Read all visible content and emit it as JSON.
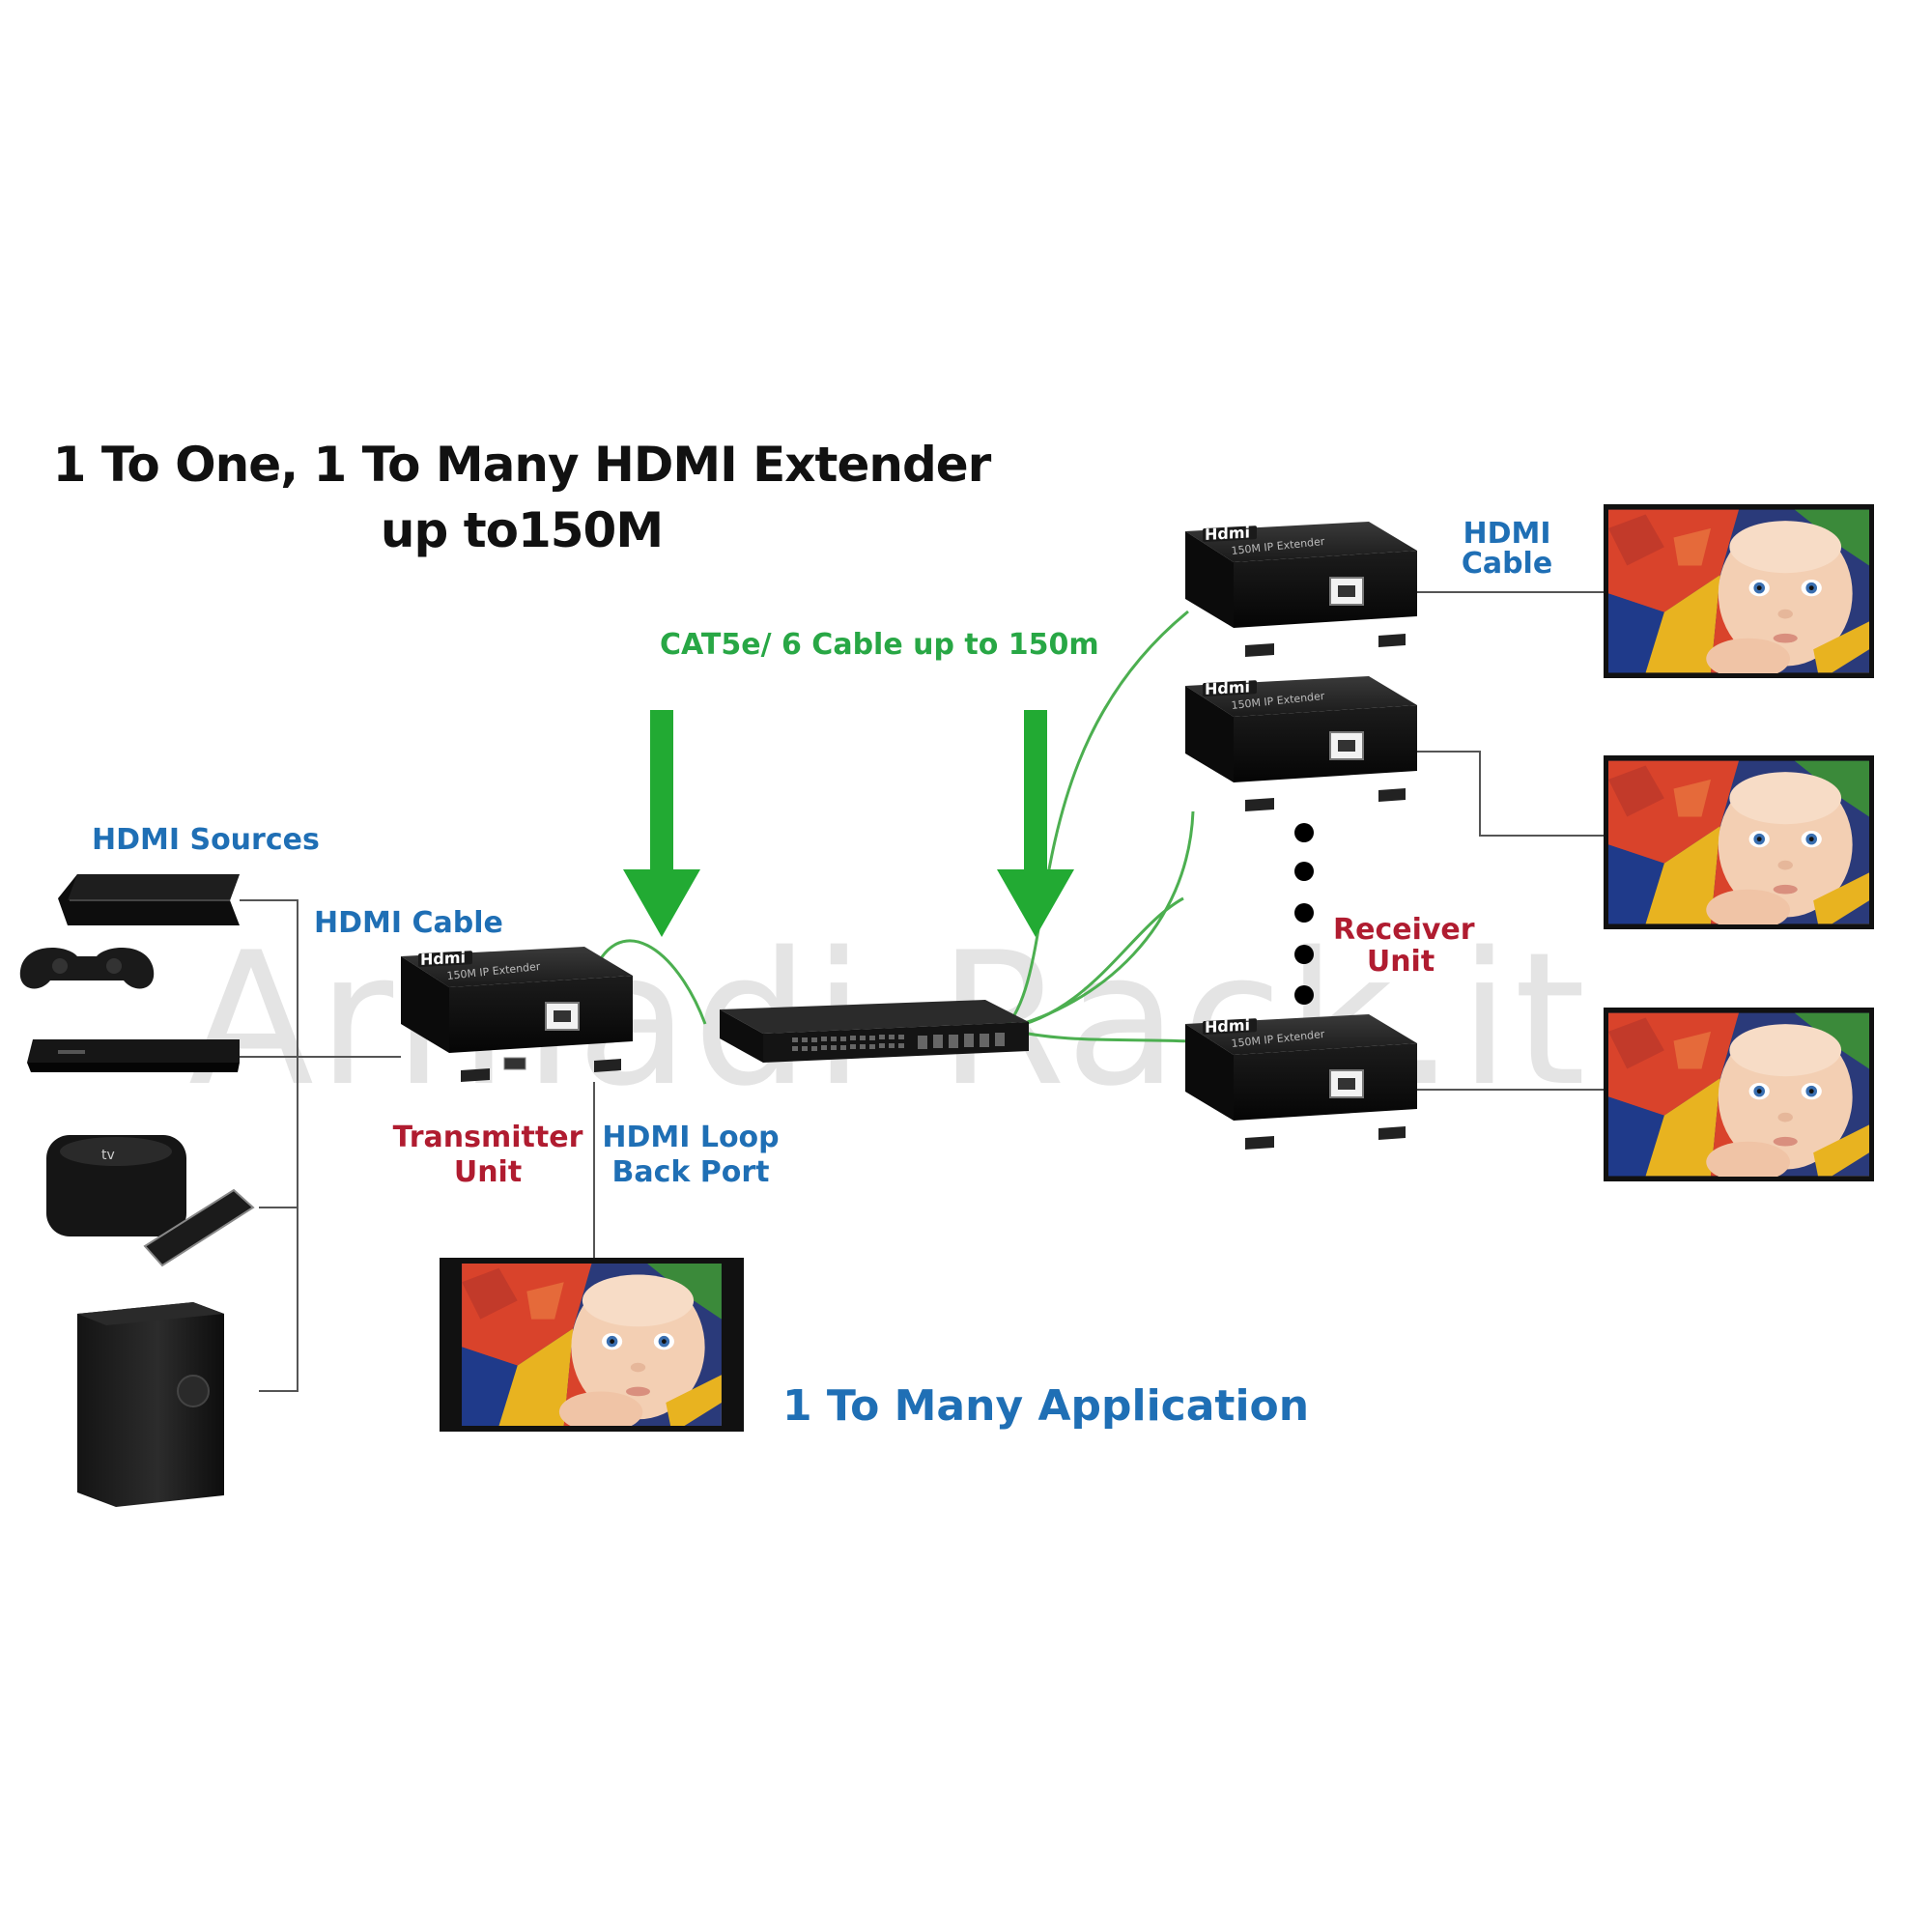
{
  "title_line1": "1 To One, 1 To Many HDMI Extender",
  "title_line2": "up to150M",
  "cable_caption": "CAT5e/ 6 Cable up to 150m",
  "hdmi_sources": "HDMI Sources",
  "hdmi_cable_left": "HDMI Cable",
  "transmitter_line1": "Transmitter",
  "transmitter_line2": "Unit",
  "loopback_line1": "HDMI Loop",
  "loopback_line2": "Back Port",
  "receiver_line1": "Receiver",
  "receiver_line2": "Unit",
  "hdmi_cable_right_line1": "HDMI",
  "hdmi_cable_right_line2": "Cable",
  "application": "1 To Many Application",
  "watermark": "Armadi-Rack.it",
  "colors": {
    "blue": "#1f6fb5",
    "red": "#b01c30",
    "green": "#28a745"
  }
}
